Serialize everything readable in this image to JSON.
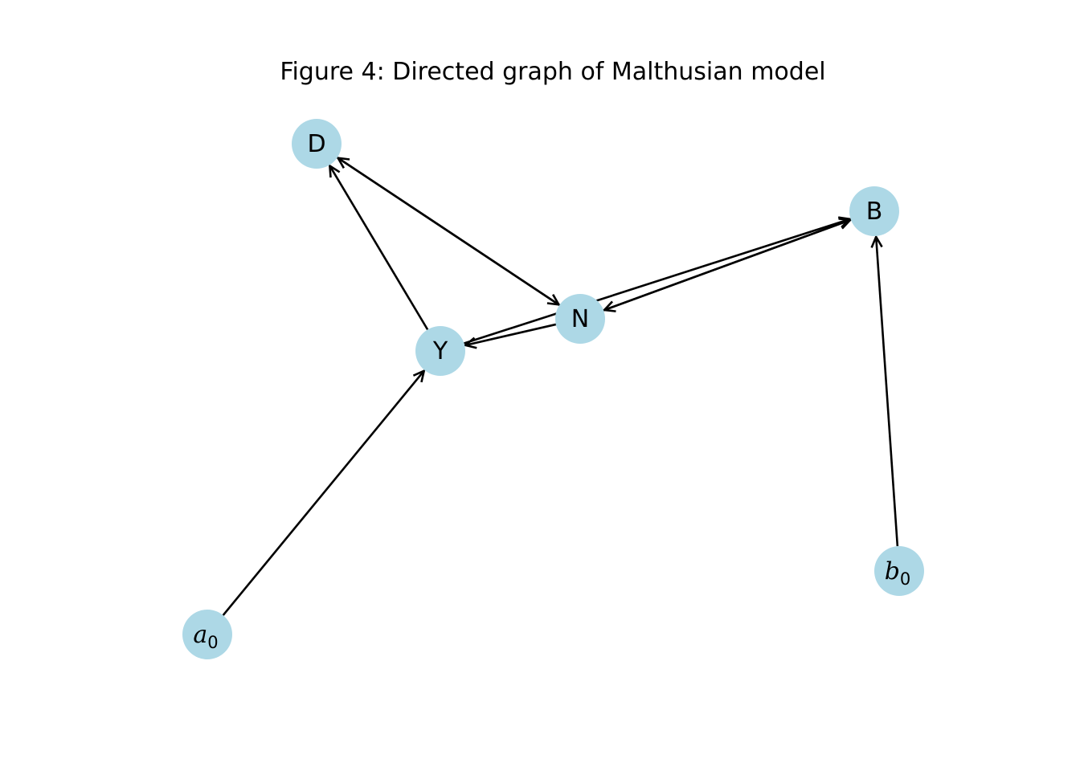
{
  "title": "Figure 4: Directed graph of Malthusian model",
  "colors": {
    "node_fill": "#add8e6",
    "edge": "#000000",
    "text": "#000000"
  },
  "nodes": [
    {
      "id": "D",
      "label": "D"
    },
    {
      "id": "B",
      "label": "B"
    },
    {
      "id": "N",
      "label": "N"
    },
    {
      "id": "Y",
      "label": "Y"
    },
    {
      "id": "a0",
      "base": "a",
      "subscript": "0"
    },
    {
      "id": "b0",
      "base": "b",
      "subscript": "0"
    }
  ],
  "edges": [
    {
      "from": "a0",
      "to": "Y"
    },
    {
      "from": "b0",
      "to": "B"
    },
    {
      "from": "Y",
      "to": "D"
    },
    {
      "from": "Y",
      "to": "B"
    },
    {
      "from": "N",
      "to": "D"
    },
    {
      "from": "D",
      "to": "N"
    },
    {
      "from": "N",
      "to": "B"
    },
    {
      "from": "B",
      "to": "N"
    },
    {
      "from": "N",
      "to": "Y"
    }
  ]
}
